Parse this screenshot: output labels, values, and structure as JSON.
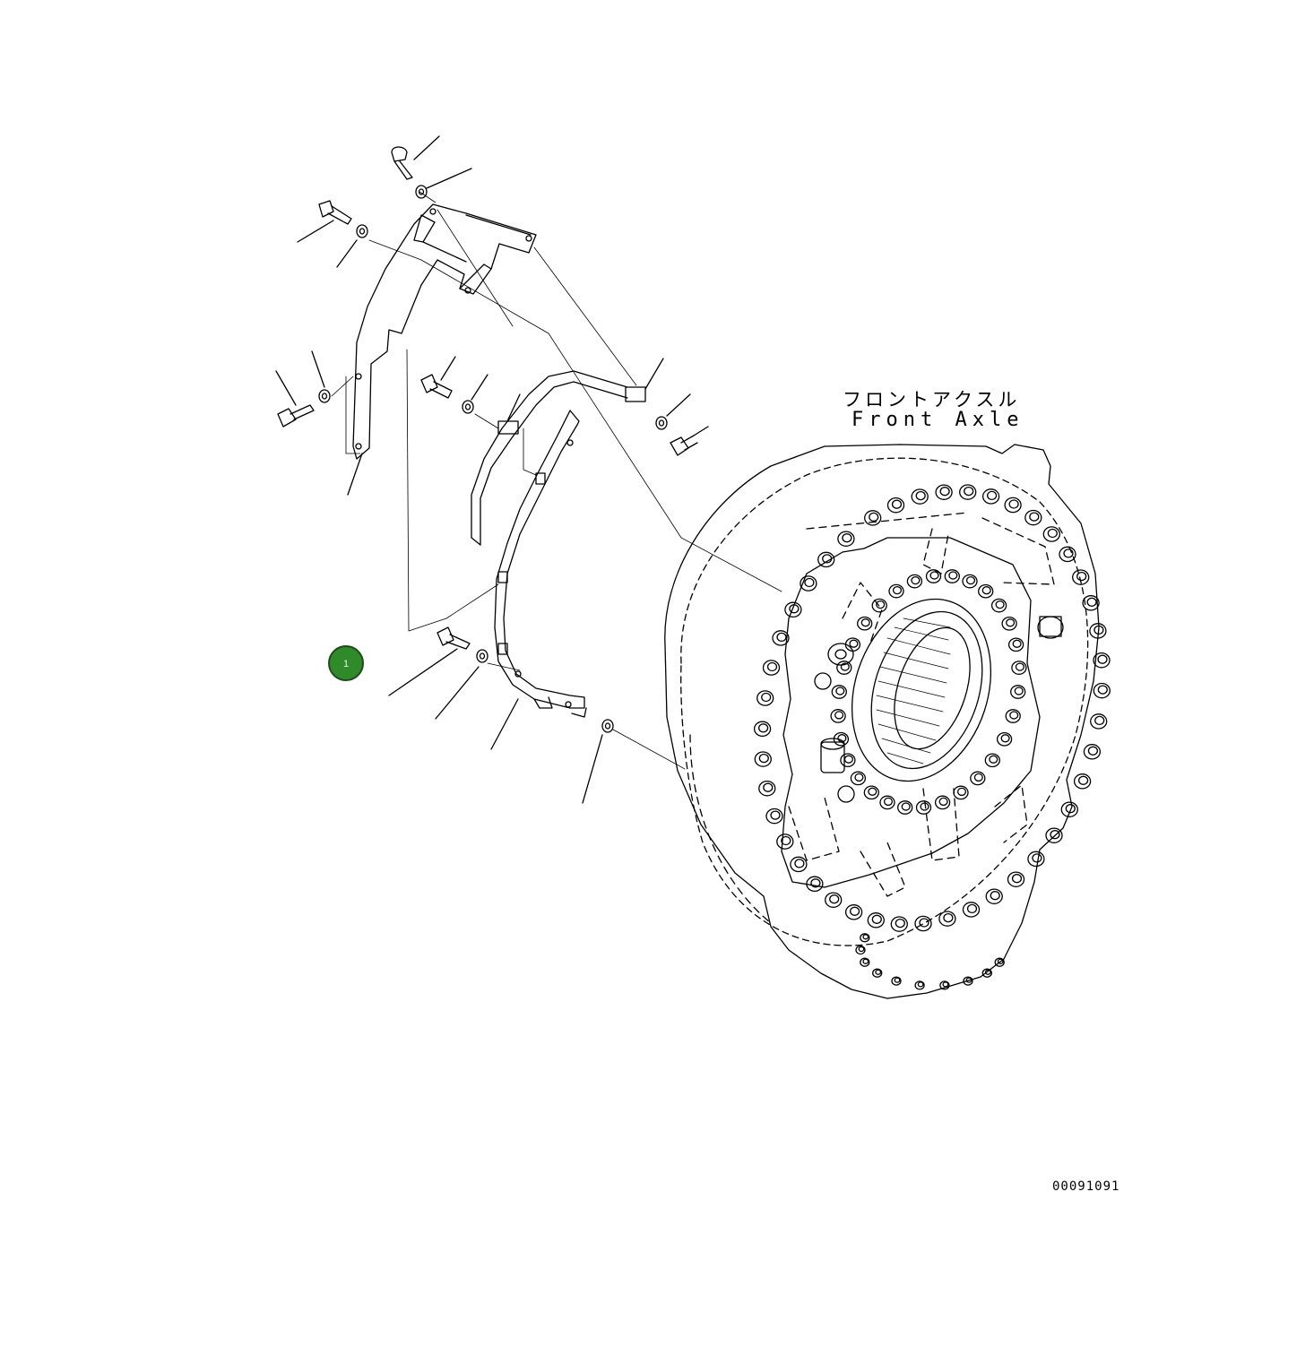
{
  "labels": {
    "front_axle_jp": "フロントアクスル",
    "front_axle_en": "Front Axle",
    "drawing_number": "00091091"
  },
  "callouts": [
    {
      "number": "1",
      "color": "#2f8a2a"
    }
  ],
  "colors": {
    "line": "#000000",
    "background": "#ffffff",
    "callout_fill": "#2f8a2a"
  }
}
